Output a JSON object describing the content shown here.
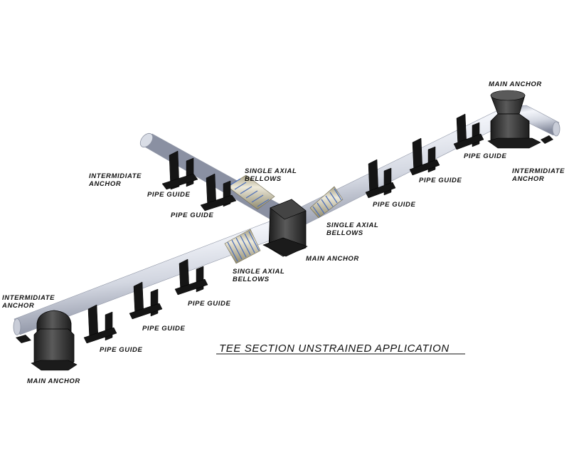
{
  "title": "TEE SECTION UNSTRAINED APPLICATION",
  "colors": {
    "pipe": "#d8dce6",
    "pipe_shadow": "#8d93a6",
    "bellows": "#c9c3a4",
    "bellows_ring": "#4d6fb8",
    "guide": "#151515",
    "anchor": "#2c2c2c"
  },
  "labels": {
    "main_anchor_top": "MAIN ANCHOR",
    "pipe_guide_right": "PIPE GUIDE",
    "intermediate_anchor_right": "INTERMIDIATE ANCHOR",
    "intermediate_anchor_upper_left": "INTERMIDIATE ANCHOR",
    "pipe_guide_upper_left_1": "PIPE GUIDE",
    "pipe_guide_upper_left_2": "PIPE GUIDE",
    "bellows_upper": "SINGLE AXIAL BELLOWS",
    "pipe_guide_right_2": "PIPE GUIDE",
    "pipe_guide_right_3": "PIPE GUIDE",
    "bellows_right": "SINGLE AXIAL BELLOWS",
    "main_anchor_center": "MAIN ANCHOR",
    "bellows_lower": "SINGLE AXIAL BELLOWS",
    "pipe_guide_lower_1": "PIPE GUIDE",
    "pipe_guide_lower_2": "PIPE GUIDE",
    "pipe_guide_lower_3": "PIPE GUIDE",
    "intermediate_anchor_lower_left": "INTERMIDIATE ANCHOR",
    "main_anchor_lower_left": "MAIN ANCHOR"
  }
}
